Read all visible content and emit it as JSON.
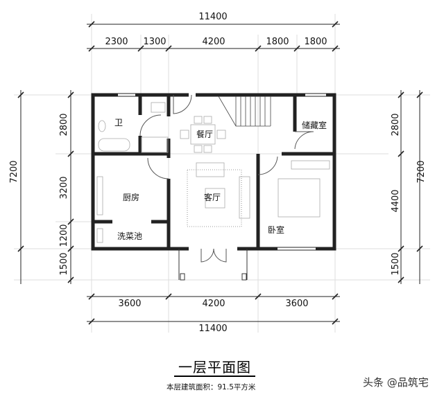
{
  "drawing": {
    "title": "一层平面图",
    "area_note": "本层建筑面积：91.5平方米",
    "watermark": "头条 @品筑宅",
    "top_dims": {
      "total": "11400",
      "segments": [
        "2300",
        "1300",
        "4200",
        "1800",
        "1800"
      ]
    },
    "bottom_dims": {
      "total": "11400",
      "segments": [
        "3600",
        "4200",
        "3600"
      ]
    },
    "left_dims": {
      "total": "7200",
      "segments": [
        "2800",
        "3200",
        "1200",
        "1500"
      ]
    },
    "right_dims": {
      "total": "7200",
      "segments": [
        "2800",
        "4400",
        "1500"
      ]
    },
    "rooms": {
      "bathroom": "卫",
      "dining": "餐厅",
      "storage": "储藏室",
      "kitchen": "厨房",
      "living": "客厅",
      "bedroom": "卧室",
      "sink": "洗菜池"
    }
  }
}
